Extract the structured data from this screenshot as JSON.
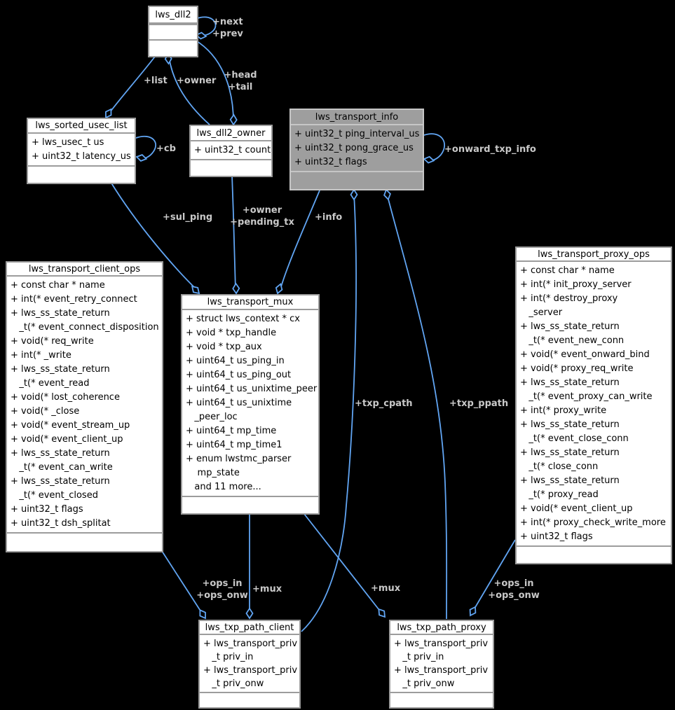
{
  "diagram_type": "uml-collaboration-graph",
  "colors": {
    "background": "#000000",
    "edge": "#61a5f3",
    "edge_label": "#c9c9c9",
    "box_fill": "#ffffff",
    "box_border": "#9c9c9c",
    "highlight_fill": "#9e9e9e",
    "highlight_border": "#c6c6c6",
    "text": "#000000"
  },
  "classes": [
    {
      "id": "lws_dll2",
      "name": "lws_dll2",
      "fields": []
    },
    {
      "id": "lws_sorted_usec_list",
      "name": "lws_sorted_usec_list",
      "fields": [
        "+ lws_usec_t us",
        "+ uint32_t latency_us"
      ]
    },
    {
      "id": "lws_dll2_owner",
      "name": "lws_dll2_owner",
      "fields": [
        "+ uint32_t count"
      ]
    },
    {
      "id": "lws_transport_info",
      "name": "lws_transport_info",
      "highlighted": true,
      "fields": [
        "+ uint32_t ping_interval_us",
        "+ uint32_t pong_grace_us",
        "+ uint32_t flags"
      ]
    },
    {
      "id": "lws_transport_client_ops",
      "name": "lws_transport_client_ops",
      "fields": [
        "+ const char * name",
        "+ int(* event_retry_connect",
        "+ lws_ss_state_return",
        "   _t(* event_connect_disposition",
        "+ void(* req_write",
        "+ int(* _write",
        "+ lws_ss_state_return",
        "   _t(* event_read",
        "+ void(* lost_coherence",
        "+ void(* _close",
        "+ void(* event_stream_up",
        "+ void(* event_client_up",
        "+ lws_ss_state_return",
        "   _t(* event_can_write",
        "+ lws_ss_state_return",
        "   _t(* event_closed",
        "+ uint32_t flags",
        "+ uint32_t dsh_splitat"
      ]
    },
    {
      "id": "lws_transport_mux",
      "name": "lws_transport_mux",
      "fields": [
        "+ struct lws_context * cx",
        "+ void * txp_handle",
        "+ void * txp_aux",
        "+ uint64_t us_ping_in",
        "+ uint64_t us_ping_out",
        "+ uint64_t us_unixtime_peer",
        "+ uint64_t us_unixtime",
        "   _peer_loc",
        "+ uint64_t mp_time",
        "+ uint64_t mp_time1",
        "+ enum lwstmc_parser",
        "    mp_state",
        "   and 11 more..."
      ]
    },
    {
      "id": "lws_transport_proxy_ops",
      "name": "lws_transport_proxy_ops",
      "fields": [
        "+ const char * name",
        "+ int(* init_proxy_server",
        "+ int(* destroy_proxy",
        "   _server",
        "+ lws_ss_state_return",
        "   _t(* event_new_conn",
        "+ void(* event_onward_bind",
        "+ void(* proxy_req_write",
        "+ lws_ss_state_return",
        "   _t(* event_proxy_can_write",
        "+ int(* proxy_write",
        "+ lws_ss_state_return",
        "   _t(* event_close_conn",
        "+ lws_ss_state_return",
        "   _t(* close_conn",
        "+ lws_ss_state_return",
        "   _t(* proxy_read",
        "+ void(* event_client_up",
        "+ int(* proxy_check_write_more",
        "+ uint32_t flags"
      ]
    },
    {
      "id": "lws_txp_path_client",
      "name": "lws_txp_path_client",
      "fields": [
        "+ lws_transport_priv",
        "   _t priv_in",
        "+ lws_transport_priv",
        "   _t priv_onw"
      ]
    },
    {
      "id": "lws_txp_path_proxy",
      "name": "lws_txp_path_proxy",
      "fields": [
        "+ lws_transport_priv",
        "   _t priv_in",
        "+ lws_transport_priv",
        "   _t priv_onw"
      ]
    }
  ],
  "edge_labels": [
    {
      "id": "next_prev",
      "lines": [
        "+next",
        "+prev"
      ]
    },
    {
      "id": "list",
      "lines": [
        "+list"
      ]
    },
    {
      "id": "owner_top",
      "lines": [
        "+owner"
      ]
    },
    {
      "id": "head_tail",
      "lines": [
        "+head",
        "+tail"
      ]
    },
    {
      "id": "cb",
      "lines": [
        "+cb"
      ]
    },
    {
      "id": "onward_txp_info",
      "lines": [
        "+onward_txp_info"
      ]
    },
    {
      "id": "sul_ping",
      "lines": [
        "+sul_ping"
      ]
    },
    {
      "id": "owner_pending_tx",
      "lines": [
        "+owner",
        "+pending_tx"
      ]
    },
    {
      "id": "info",
      "lines": [
        "+info"
      ]
    },
    {
      "id": "txp_cpath",
      "lines": [
        "+txp_cpath"
      ]
    },
    {
      "id": "txp_ppath",
      "lines": [
        "+txp_ppath"
      ]
    },
    {
      "id": "ops_left",
      "lines": [
        "+ops_in",
        "+ops_onw"
      ]
    },
    {
      "id": "mux_left",
      "lines": [
        "+mux"
      ]
    },
    {
      "id": "mux_right",
      "lines": [
        "+mux"
      ]
    },
    {
      "id": "ops_right",
      "lines": [
        "+ops_in",
        "+ops_onw"
      ]
    }
  ]
}
